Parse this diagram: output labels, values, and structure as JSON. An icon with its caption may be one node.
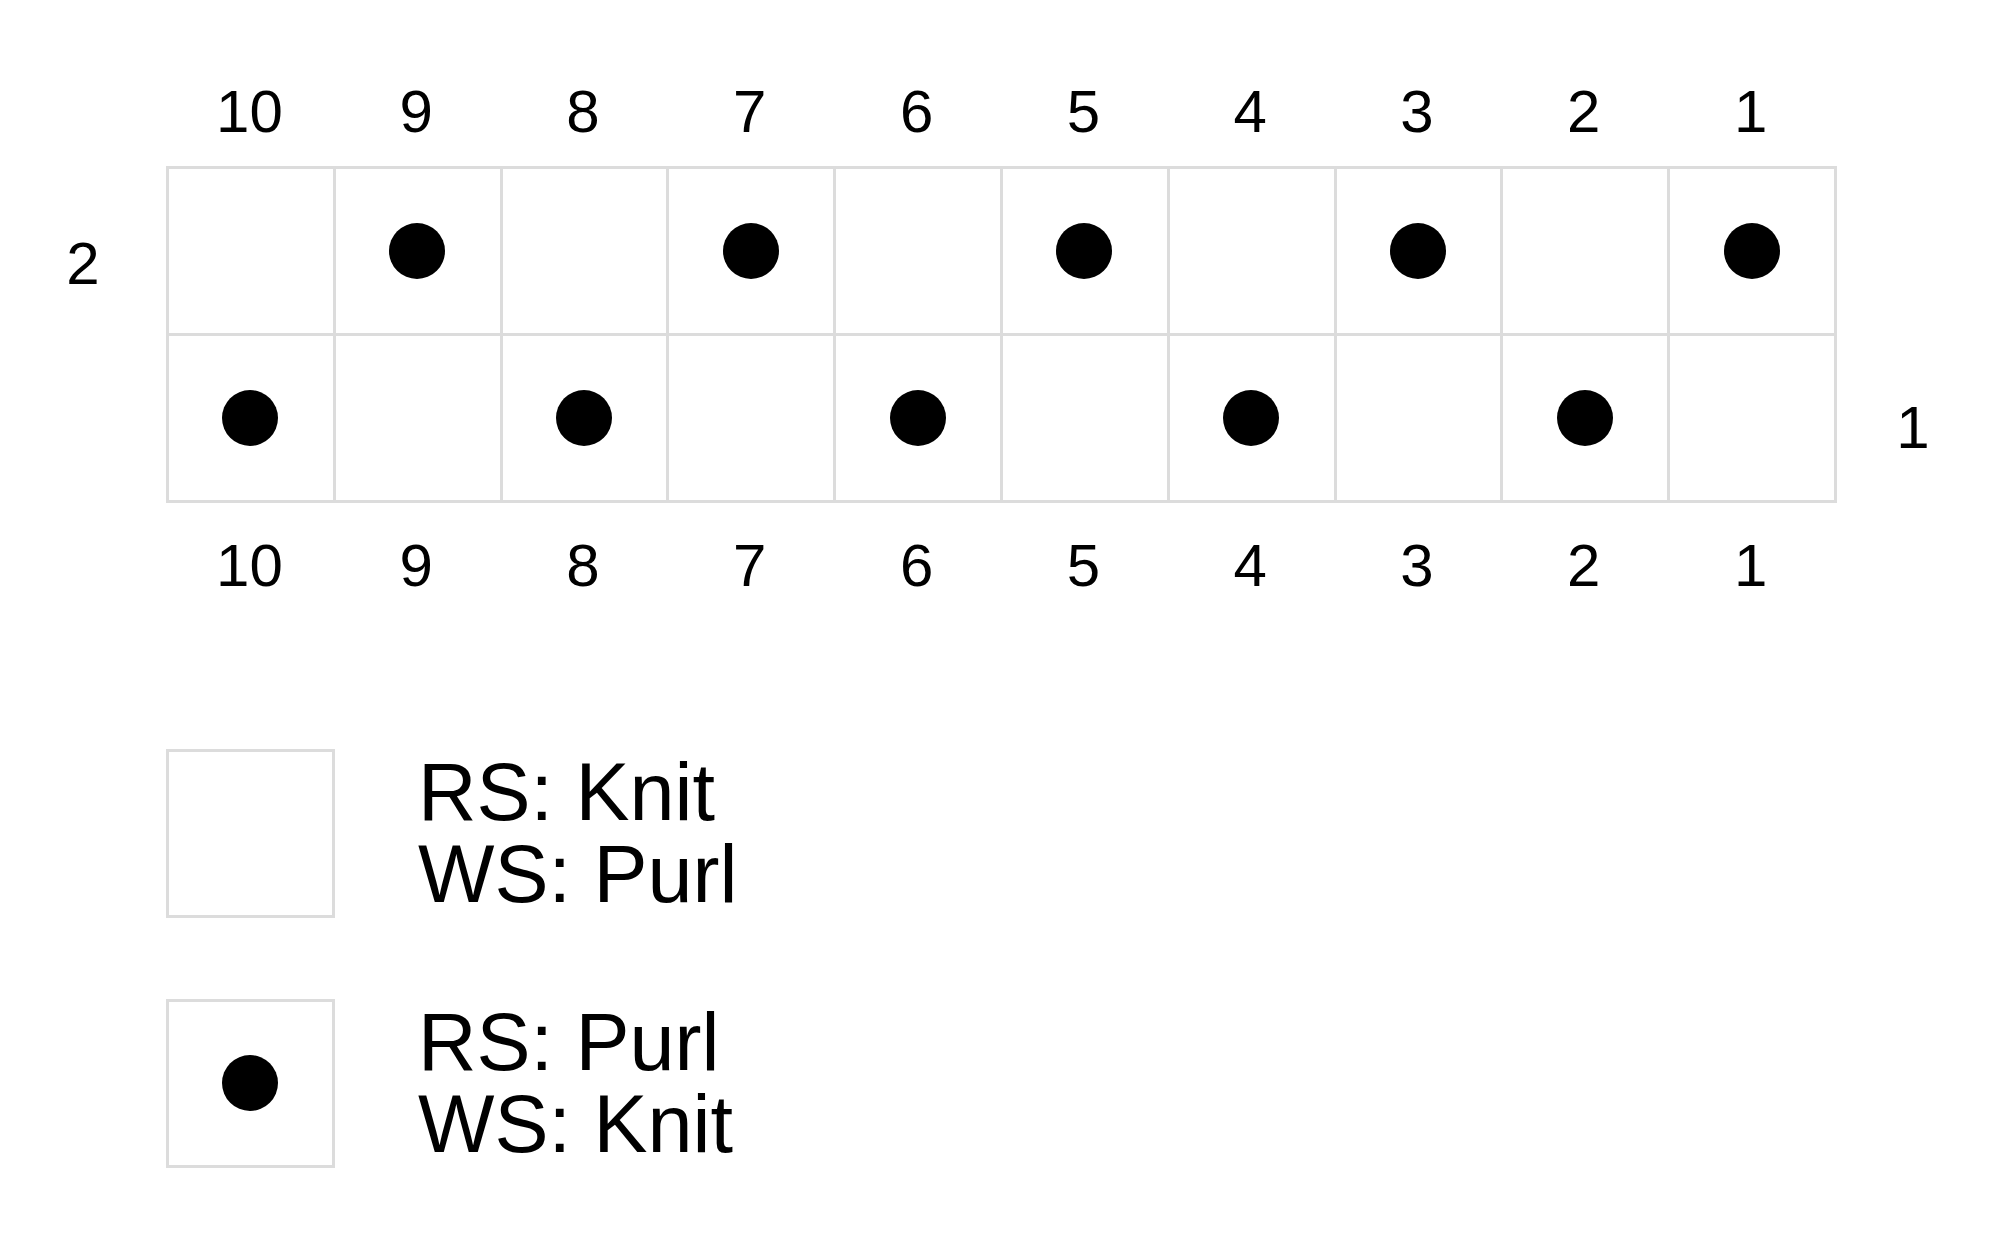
{
  "diagram": {
    "labels": [
      "10",
      "9",
      "8",
      "7",
      "6",
      "5",
      "4",
      "3",
      "2",
      "1",
      "2",
      "1",
      "10",
      "9",
      "8",
      "7",
      "6",
      "5",
      "4",
      "3",
      "2",
      "1"
    ],
    "legend": [
      {
        "text": "RS: Knit WS: Purl"
      },
      {
        "text": "RS: Purl WS: Knit"
      }
    ]
  }
}
